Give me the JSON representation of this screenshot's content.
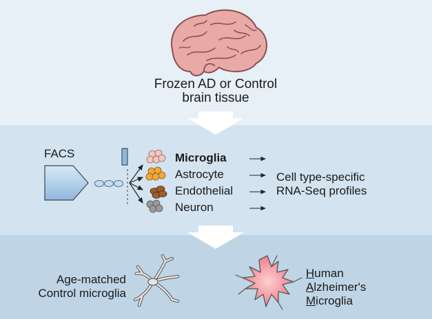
{
  "tissue": {
    "line1": "Frozen AD or Control",
    "line2": "brain tissue"
  },
  "facs": {
    "label": "FACS"
  },
  "cell_types": [
    {
      "label": "Microglia",
      "emphasis": true,
      "color": "#f2c1b8"
    },
    {
      "label": "Astrocyte",
      "emphasis": false,
      "color": "#f0a93a"
    },
    {
      "label": "Endothelial",
      "emphasis": false,
      "color": "#9b5d2e"
    },
    {
      "label": "Neuron",
      "emphasis": false,
      "color": "#9a9a9a"
    }
  ],
  "output": {
    "line1": "Cell type-specific",
    "line2": "RNA-Seq profiles"
  },
  "control": {
    "line1": "Age-matched",
    "line2": "Control microglia"
  },
  "ham": {
    "h_initial": "H",
    "h_rest": "uman",
    "a_initial": "A",
    "a_rest": "lzheimer's",
    "m_initial": "M",
    "m_rest": "icroglia"
  },
  "colors": {
    "brain": "#e8a6a4",
    "brain_outline": "#9a5a5a",
    "facs_fill": "#a9cbe6",
    "ham_cell": "#f27d86",
    "control_cell": "#e9e2e2"
  }
}
